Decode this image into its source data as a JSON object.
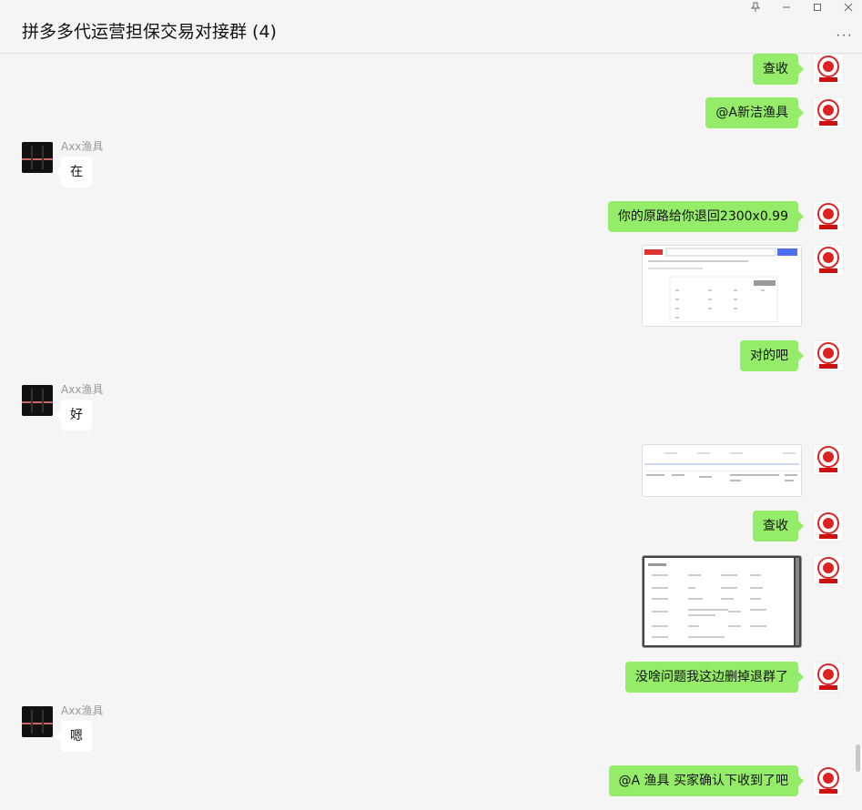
{
  "window": {
    "title": "拼多多代运营担保交易对接群 (4)",
    "controls": [
      "pin-icon",
      "minimize-icon",
      "maximize-icon",
      "close-icon"
    ],
    "more_label": "···"
  },
  "colors": {
    "self_bubble": "#95ec69",
    "other_bubble": "#ffffff",
    "background": "#f5f5f5"
  },
  "messages": [
    {
      "from": "self",
      "type": "text",
      "text": "查收"
    },
    {
      "from": "self",
      "type": "text",
      "text": "@A新洁渔具"
    },
    {
      "from": "other",
      "sender": "Axx渔具",
      "type": "text",
      "text": "在"
    },
    {
      "from": "self",
      "type": "text",
      "text": "你的原路给你退回2300x0.99"
    },
    {
      "from": "self",
      "type": "image",
      "description": "search result screenshot"
    },
    {
      "from": "self",
      "type": "text",
      "text": "对的吧"
    },
    {
      "from": "other",
      "sender": "Axx渔具",
      "type": "text",
      "text": "好"
    },
    {
      "from": "self",
      "type": "image",
      "description": "order table screenshot"
    },
    {
      "from": "self",
      "type": "text",
      "text": "查收"
    },
    {
      "from": "self",
      "type": "image",
      "description": "order detail screenshot"
    },
    {
      "from": "self",
      "type": "text",
      "text": "没啥问题我这边删掉退群了"
    },
    {
      "from": "other",
      "sender": "Axx渔具",
      "type": "text",
      "text": "嗯"
    },
    {
      "from": "self",
      "type": "text",
      "text": "@A    渔具 买家确认下收到了吧"
    }
  ]
}
